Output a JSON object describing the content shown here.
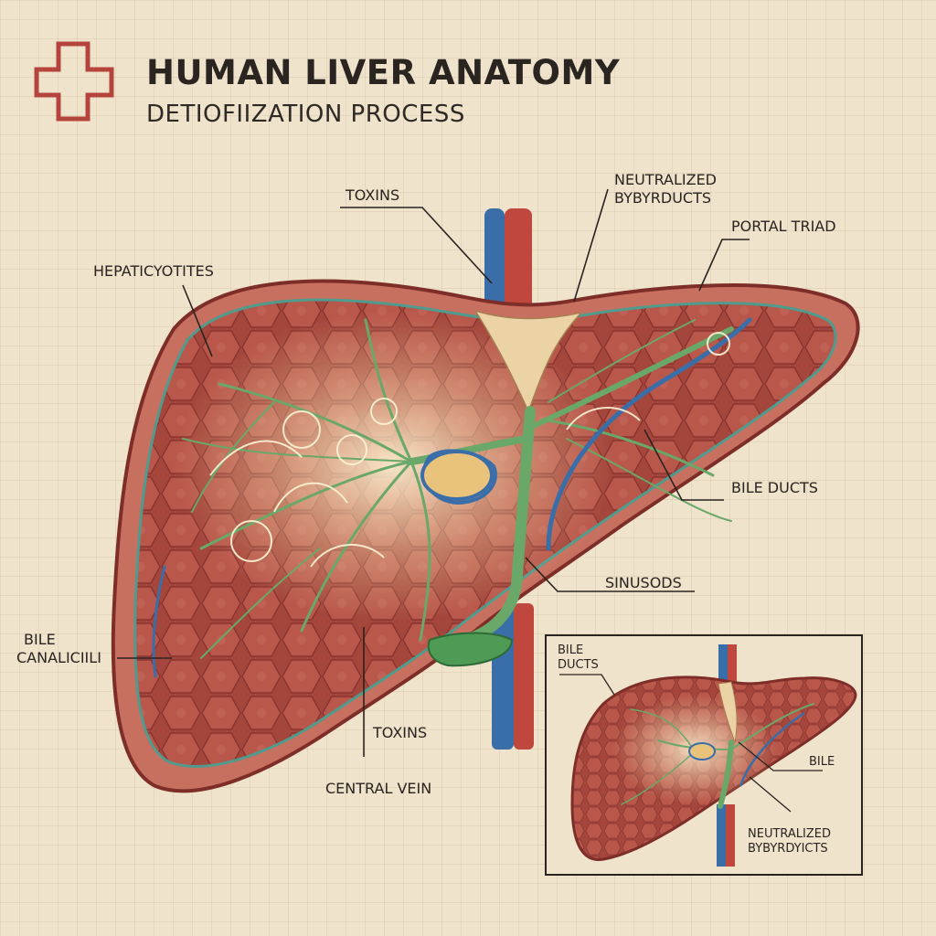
{
  "header": {
    "title": "HUMAN LIVER ANATOMY",
    "subtitle": "DETIOFIIZATION PROCESS"
  },
  "labels": {
    "toxins_top": "TOXINS",
    "neutralized_l1": "NEUTRALIZED",
    "neutralized_l2": "BYBYRDUCTS",
    "portal_triad": "PORTAL TRIAD",
    "hepatocytes": "HEPATICYOTITES",
    "bile_ducts": "BILE DUCTS",
    "sinusoids": "SINUSODS",
    "bile_canaliculi_l1": "BILE",
    "bile_canaliculi_l2": "CANALICIILI",
    "toxins_bottom": "TOXINS",
    "central_vein": "CENTRAL VEIN"
  },
  "inset": {
    "bile_ducts_l1": "BILE",
    "bile_ducts_l2": "DUCTS",
    "bile": "BILE",
    "neutralized_l1": "NEUTRALIZED",
    "neutralized_l2": "BYBYRDYICTS"
  },
  "colors": {
    "accent_cross": "#b5443c",
    "liver_outer": "#b85a4a",
    "liver_inner": "#a8423a",
    "lobule": "#b04a40",
    "lobule_border": "#8e3530",
    "vessel_green": "#6aa86a",
    "vein_blue": "#3a6ea8",
    "artery_red": "#c0473e",
    "gallbladder": "#3f8a48",
    "border_teal": "#4f9b8e"
  },
  "icons": {
    "logo": "medical-cross-icon"
  }
}
